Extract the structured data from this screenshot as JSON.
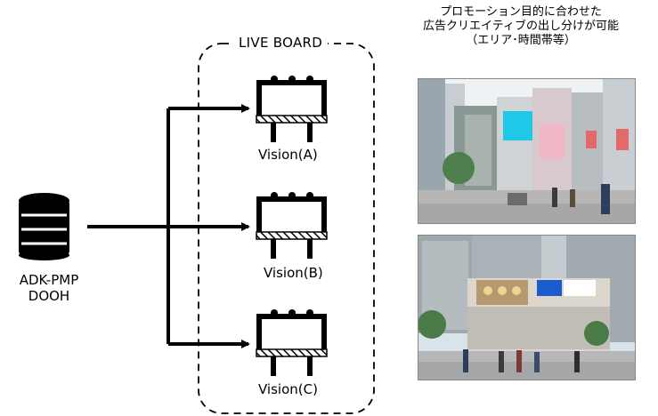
{
  "caption": {
    "line1": "プロモーション目的に合わせた",
    "line2": "広告クリエイティブの出し分けが可能",
    "line3": "（エリア･時間帯等）"
  },
  "source": {
    "line1": "ADK-PMP",
    "line2": "DOOH",
    "icon": "database-icon"
  },
  "board": {
    "title": "LIVE BOARD",
    "icon": "billboard-icon",
    "screens": [
      {
        "label": "Vision(A)"
      },
      {
        "label": "Vision(B)"
      },
      {
        "label": "Vision(C)"
      }
    ]
  },
  "photos": [
    {
      "subject": "street-scene-photo"
    },
    {
      "subject": "building-billboard-photo"
    }
  ],
  "colors": {
    "line": "#000000",
    "db_fill": "#000000",
    "screen_blue": "#1ec8e6"
  }
}
